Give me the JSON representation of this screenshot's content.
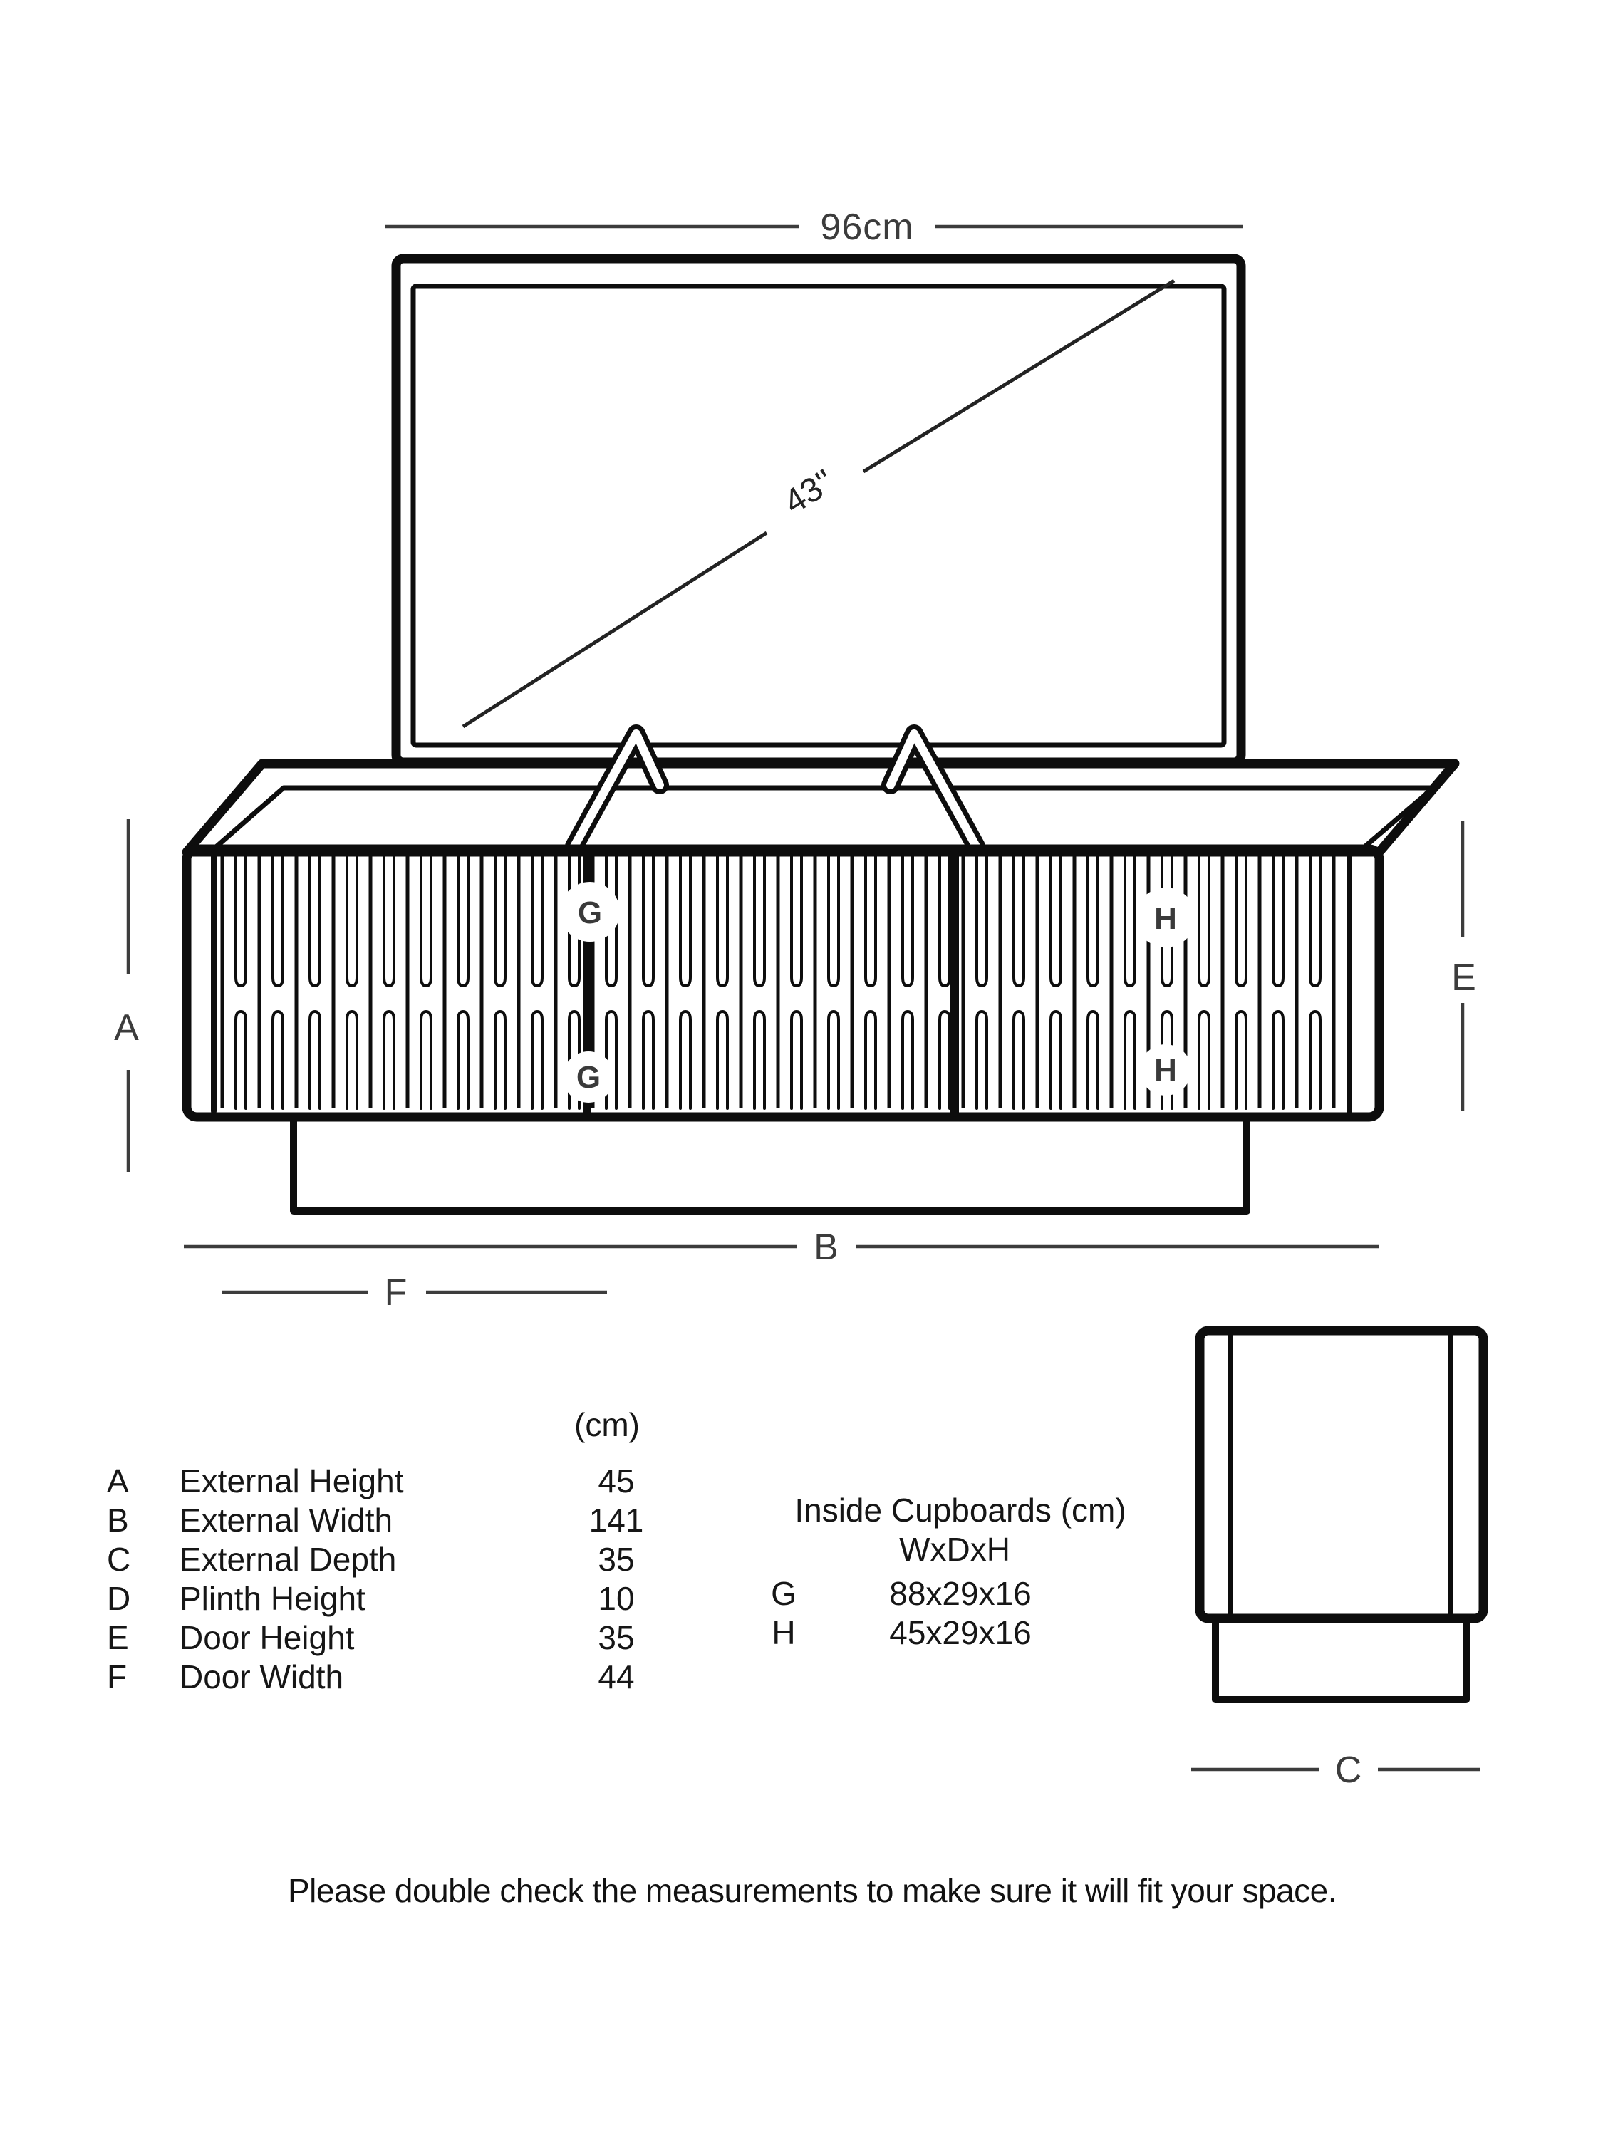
{
  "diagram": {
    "tv": {
      "width_label": "96cm",
      "screen_diagonal_label": "43''"
    },
    "dims": {
      "a": "A",
      "b": "B",
      "c": "C",
      "e": "E",
      "f": "F"
    },
    "cupboards": {
      "g": "G",
      "h": "H"
    }
  },
  "table": {
    "unit_header": "(cm)",
    "rows": [
      {
        "letter": "A",
        "name": "External Height",
        "value": "45"
      },
      {
        "letter": "B",
        "name": "External Width",
        "value": "141"
      },
      {
        "letter": "C",
        "name": "External Depth",
        "value": "35"
      },
      {
        "letter": "D",
        "name": "Plinth Height",
        "value": "10"
      },
      {
        "letter": "E",
        "name": "Door Height",
        "value": "35"
      },
      {
        "letter": "F",
        "name": "Door Width",
        "value": "44"
      }
    ]
  },
  "inside_cupboards": {
    "title": "Inside Cupboards (cm)",
    "subtitle": "WxDxH",
    "rows": [
      {
        "letter": "G",
        "value": "88x29x16"
      },
      {
        "letter": "H",
        "value": "45x29x16"
      }
    ]
  },
  "footer": {
    "note": "Please double check the measurements to make sure it will fit your space."
  }
}
